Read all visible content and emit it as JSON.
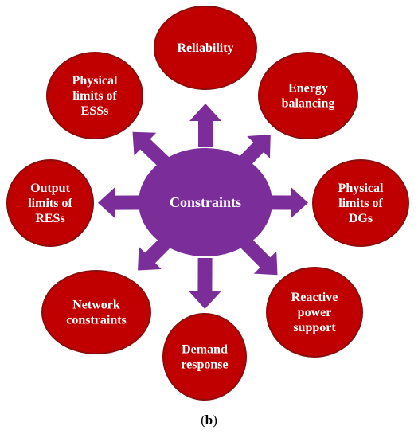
{
  "colors": {
    "center_fill": "#7b2d9a",
    "node_fill": "#c00000",
    "node_stroke": "#8a0d0d",
    "arrow_fill": "#7b2d9a",
    "text": "#ffffff"
  },
  "center": {
    "label": "Constraints"
  },
  "nodes": [
    {
      "id": "reliability",
      "lines": [
        "Reliability"
      ]
    },
    {
      "id": "energy-balancing",
      "lines": [
        "Energy",
        "balancing"
      ]
    },
    {
      "id": "physical-limits-dgs",
      "lines": [
        "Physical",
        "limits of",
        "DGs"
      ]
    },
    {
      "id": "reactive-power-support",
      "lines": [
        "Reactive",
        "power",
        "support"
      ]
    },
    {
      "id": "demand-response",
      "lines": [
        "Demand",
        "response"
      ]
    },
    {
      "id": "network-constraints",
      "lines": [
        "Network",
        "constraints"
      ]
    },
    {
      "id": "output-limits-ress",
      "lines": [
        "Output",
        "limits of",
        "RESs"
      ]
    },
    {
      "id": "physical-limits-esss",
      "lines": [
        "Physical",
        "limits of",
        "ESSs"
      ]
    }
  ],
  "caption": {
    "open": "(",
    "letter": "b",
    "close": ")"
  }
}
